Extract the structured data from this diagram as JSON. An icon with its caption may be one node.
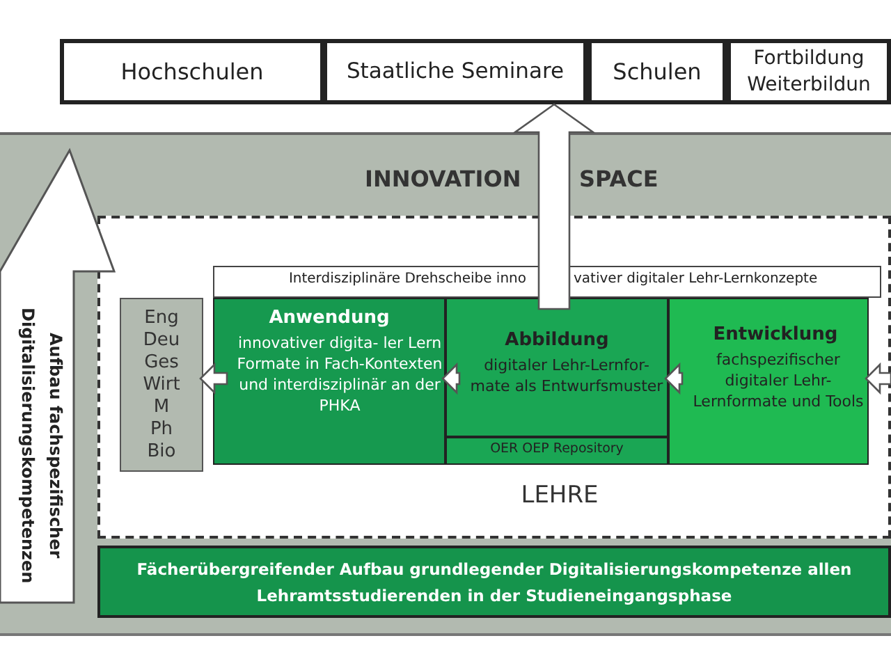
{
  "diagram": {
    "nodes": [
      {
        "text": [
          "Hochschulen"
        ]
      },
      {
        "text": [
          "Staatliche Seminare"
        ]
      },
      {
        "text": [
          "Schulen"
        ]
      },
      {
        "text": [
          "Fortbildung Weiterbildun"
        ]
      },
      {
        "text": [
          "INNOVATION",
          "SPACE"
        ]
      },
      {
        "text": [
          "Aufbau fachspezifischer Digitalisierungskompetenzen"
        ],
        "in": 4
      },
      {
        "text": [
          "LEHRE"
        ],
        "in": 4
      },
      {
        "text": [
          "Interdisziplinäre Drehscheibe inno",
          "vativer digitaler Lehr-Lernkonzepte"
        ],
        "in": 6
      },
      {
        "text": [
          "Eng",
          "Deu",
          "Ges",
          "Wirt",
          "M",
          "Ph",
          "Bio"
        ],
        "in": 6
      },
      {
        "text": [
          "Anwendung",
          "innovativer digita- ler Lern Formate in Fach-Kontexten und interdisziplinär an der PHKA"
        ],
        "in": 6
      },
      {
        "text": [
          "Abbildung",
          "digitaler Lehr-Lernfor- mate als Entwurfsmuster"
        ],
        "in": 6
      },
      {
        "text": [
          "OER OEP Repository"
        ],
        "in": 6
      },
      {
        "text": [
          "Entwicklung",
          "fachspezifischer digitaler Lehr- Lernformate und Tools"
        ],
        "in": 6
      },
      {
        "text": [
          "Fächerübergreifender Aufbau grundlegender Digitalisierungskompetenze allen Lehramtsstudierenden in der Studieneingangsphase"
        ],
        "in": 4
      }
    ],
    "edges": [
      {
        "from": 10,
        "to": 1,
        "arrow": "to",
        "style": "thick"
      },
      {
        "from": null,
        "to": 12,
        "arrow": "to"
      },
      {
        "from": 12,
        "to": 10,
        "arrow": "to"
      },
      {
        "from": 10,
        "to": 9,
        "arrow": "to"
      },
      {
        "from": 9,
        "to": 8,
        "arrow": "to"
      }
    ]
  }
}
